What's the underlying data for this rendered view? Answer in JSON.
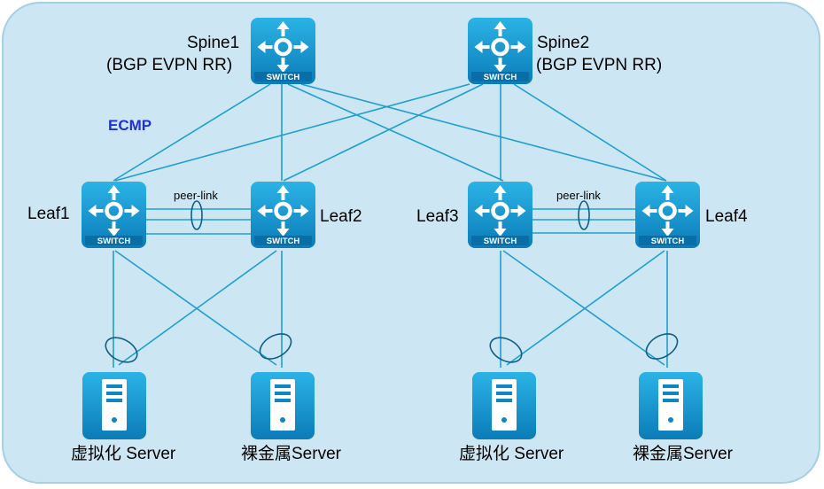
{
  "colors": {
    "panel_fill": "#cde6f3",
    "panel_stroke": "#8fc1dc",
    "link": "#1e9fcf",
    "device_top": "#1fa9de",
    "device_bottom": "#0a78b4",
    "device_glyph": "#ffffff",
    "ecmp": "#1f2fd9"
  },
  "ecmp_label": "ECMP",
  "peer_link_label": "peer-link",
  "switch_caption": "SWITCH",
  "spines": [
    {
      "id": "spine1",
      "name": "Spine1",
      "role": "(BGP EVPN RR)"
    },
    {
      "id": "spine2",
      "name": "Spine2",
      "role": "(BGP EVPN RR)"
    }
  ],
  "leaves": [
    {
      "id": "leaf1",
      "name": "Leaf1"
    },
    {
      "id": "leaf2",
      "name": "Leaf2"
    },
    {
      "id": "leaf3",
      "name": "Leaf3"
    },
    {
      "id": "leaf4",
      "name": "Leaf4"
    }
  ],
  "servers": [
    {
      "id": "server1",
      "name": "虚拟化 Server"
    },
    {
      "id": "server2",
      "name": "裸金属Server"
    },
    {
      "id": "server3",
      "name": "虚拟化 Server"
    },
    {
      "id": "server4",
      "name": "裸金属Server"
    }
  ]
}
